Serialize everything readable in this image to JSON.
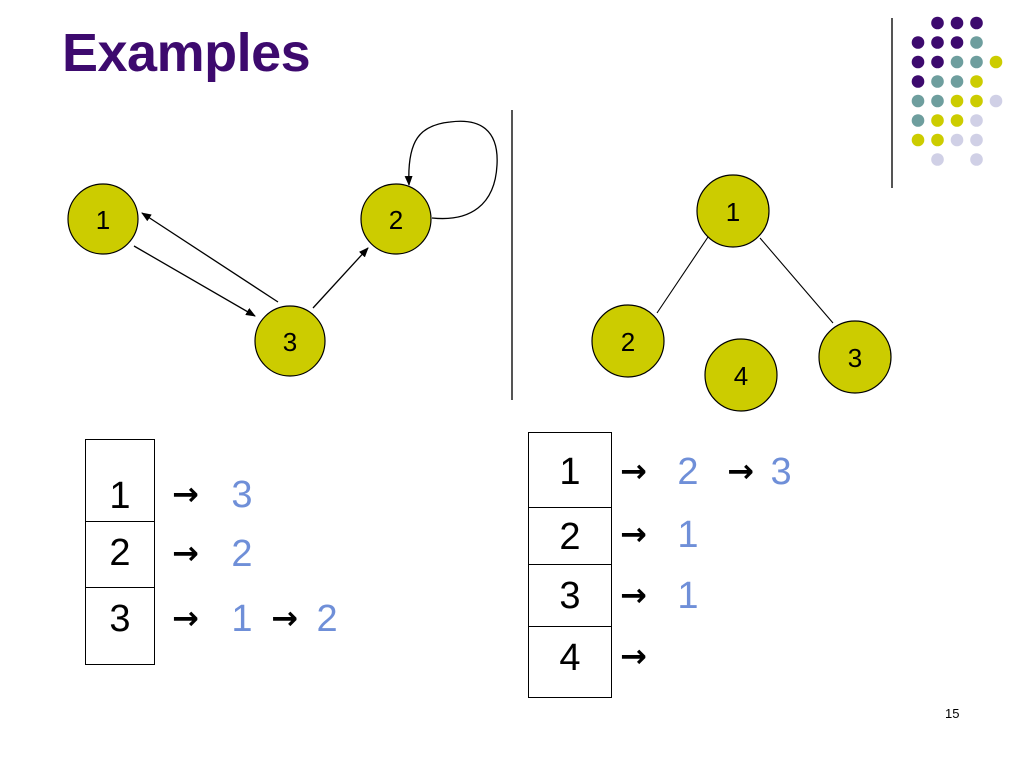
{
  "slide": {
    "title": "Examples",
    "page_number": "15"
  },
  "colors": {
    "title": "#3d0a6e",
    "node_fill": "#cccc00",
    "neighbor_text": "#6f8fd8",
    "dot_purple": "#3d0a6e",
    "dot_teal": "#6e9e9e",
    "dot_yellow": "#cccc00",
    "dot_lavender": "#d0d0e6"
  },
  "directed_graph": {
    "nodes": [
      {
        "id": "1",
        "label": "1"
      },
      {
        "id": "2",
        "label": "2"
      },
      {
        "id": "3",
        "label": "3"
      }
    ],
    "edges": [
      {
        "from": "1",
        "to": "3"
      },
      {
        "from": "3",
        "to": "1"
      },
      {
        "from": "3",
        "to": "2"
      },
      {
        "from": "2",
        "to": "2"
      }
    ],
    "adjacency_list": [
      {
        "vertex": "1",
        "arrow": "→",
        "neighbors": [
          {
            "label": "3"
          }
        ],
        "separators": []
      },
      {
        "vertex": "2",
        "arrow": "→",
        "neighbors": [
          {
            "label": "2"
          }
        ],
        "separators": []
      },
      {
        "vertex": "3",
        "arrow": "→",
        "neighbors": [
          {
            "label": "1"
          },
          {
            "label": "2"
          }
        ],
        "separators": [
          "→"
        ]
      }
    ]
  },
  "undirected_graph": {
    "nodes": [
      {
        "id": "1",
        "label": "1"
      },
      {
        "id": "2",
        "label": "2"
      },
      {
        "id": "3",
        "label": "3"
      },
      {
        "id": "4",
        "label": "4"
      }
    ],
    "edges": [
      {
        "from": "1",
        "to": "2"
      },
      {
        "from": "1",
        "to": "3"
      }
    ],
    "adjacency_list": [
      {
        "vertex": "1",
        "arrow": "→",
        "neighbors": [
          {
            "label": "2"
          },
          {
            "label": "3"
          }
        ],
        "separators": [
          "→"
        ]
      },
      {
        "vertex": "2",
        "arrow": "→",
        "neighbors": [
          {
            "label": "1"
          }
        ],
        "separators": []
      },
      {
        "vertex": "3",
        "arrow": "→",
        "neighbors": [
          {
            "label": "1"
          }
        ],
        "separators": []
      },
      {
        "vertex": "4",
        "arrow": "→",
        "neighbors": [],
        "separators": []
      }
    ]
  }
}
